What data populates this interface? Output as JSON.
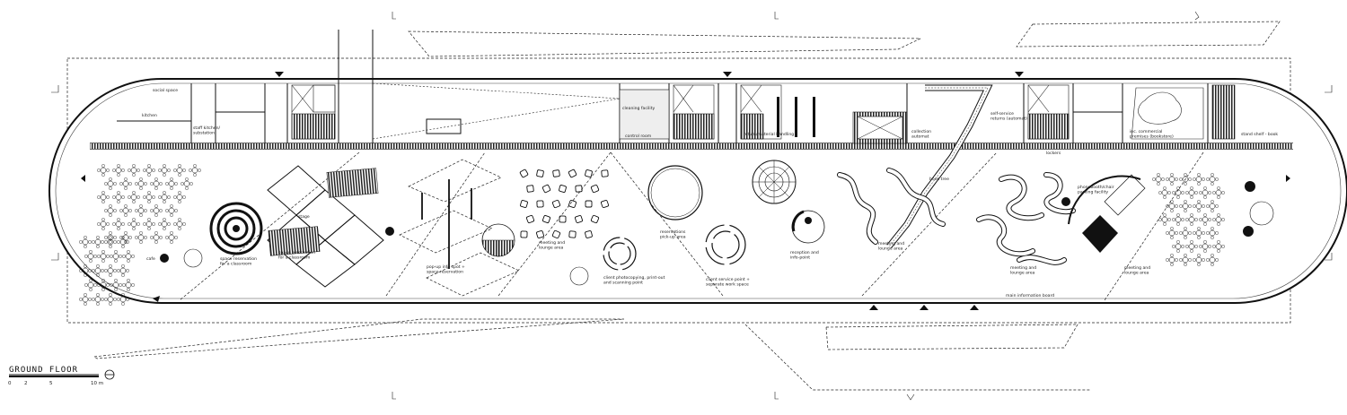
{
  "drawing": {
    "title": "GROUND FLOOR",
    "scale_ticks": [
      "0",
      "2",
      "5",
      "10 m"
    ]
  },
  "rooms": {
    "social_space": "social space",
    "kitchen": "kitchen",
    "staff_kitchen": "staff kitchen/\nsubstation",
    "cleaning_facility": "cleaning facility",
    "control_room": "control room",
    "return_handling": "return/material handling",
    "self_service_return": "self-service\nreturns (automat)",
    "collection_automat": "collection\nautomat",
    "lockers": "lockers",
    "commercial_premises": "inc. commercial\npremises (bookstore)",
    "stand_bookshop": "stand shelf - book"
  },
  "zones": {
    "cafe": "cafe",
    "space_reservation_classroom": "space reservation\nfor a classroom",
    "stage": "stage",
    "space_reservation_large": "space reservation\nfor a classroom",
    "popup_info": "pop-up info spot +\nspace reservation",
    "meeting_lounge_1": "meeting and\nlounge area",
    "client_photocopying": "client photocopying, print-out\nand scanning point",
    "reservations_pickup": "reservations\npick-up area",
    "client_service_point": "client service point +\nseparate work space",
    "reception_info": "reception and\ninfo-point",
    "book_tree": "book tree",
    "meeting_lounge_2": "meeting and\nlounge area",
    "meeting_lounge_3": "meeting and\nlounge area",
    "phonebooth_parking": "phonebooth/chair\nparking facility",
    "meeting_lounge_4": "meeting and\nlounge area",
    "main_information_board": "main information board"
  }
}
